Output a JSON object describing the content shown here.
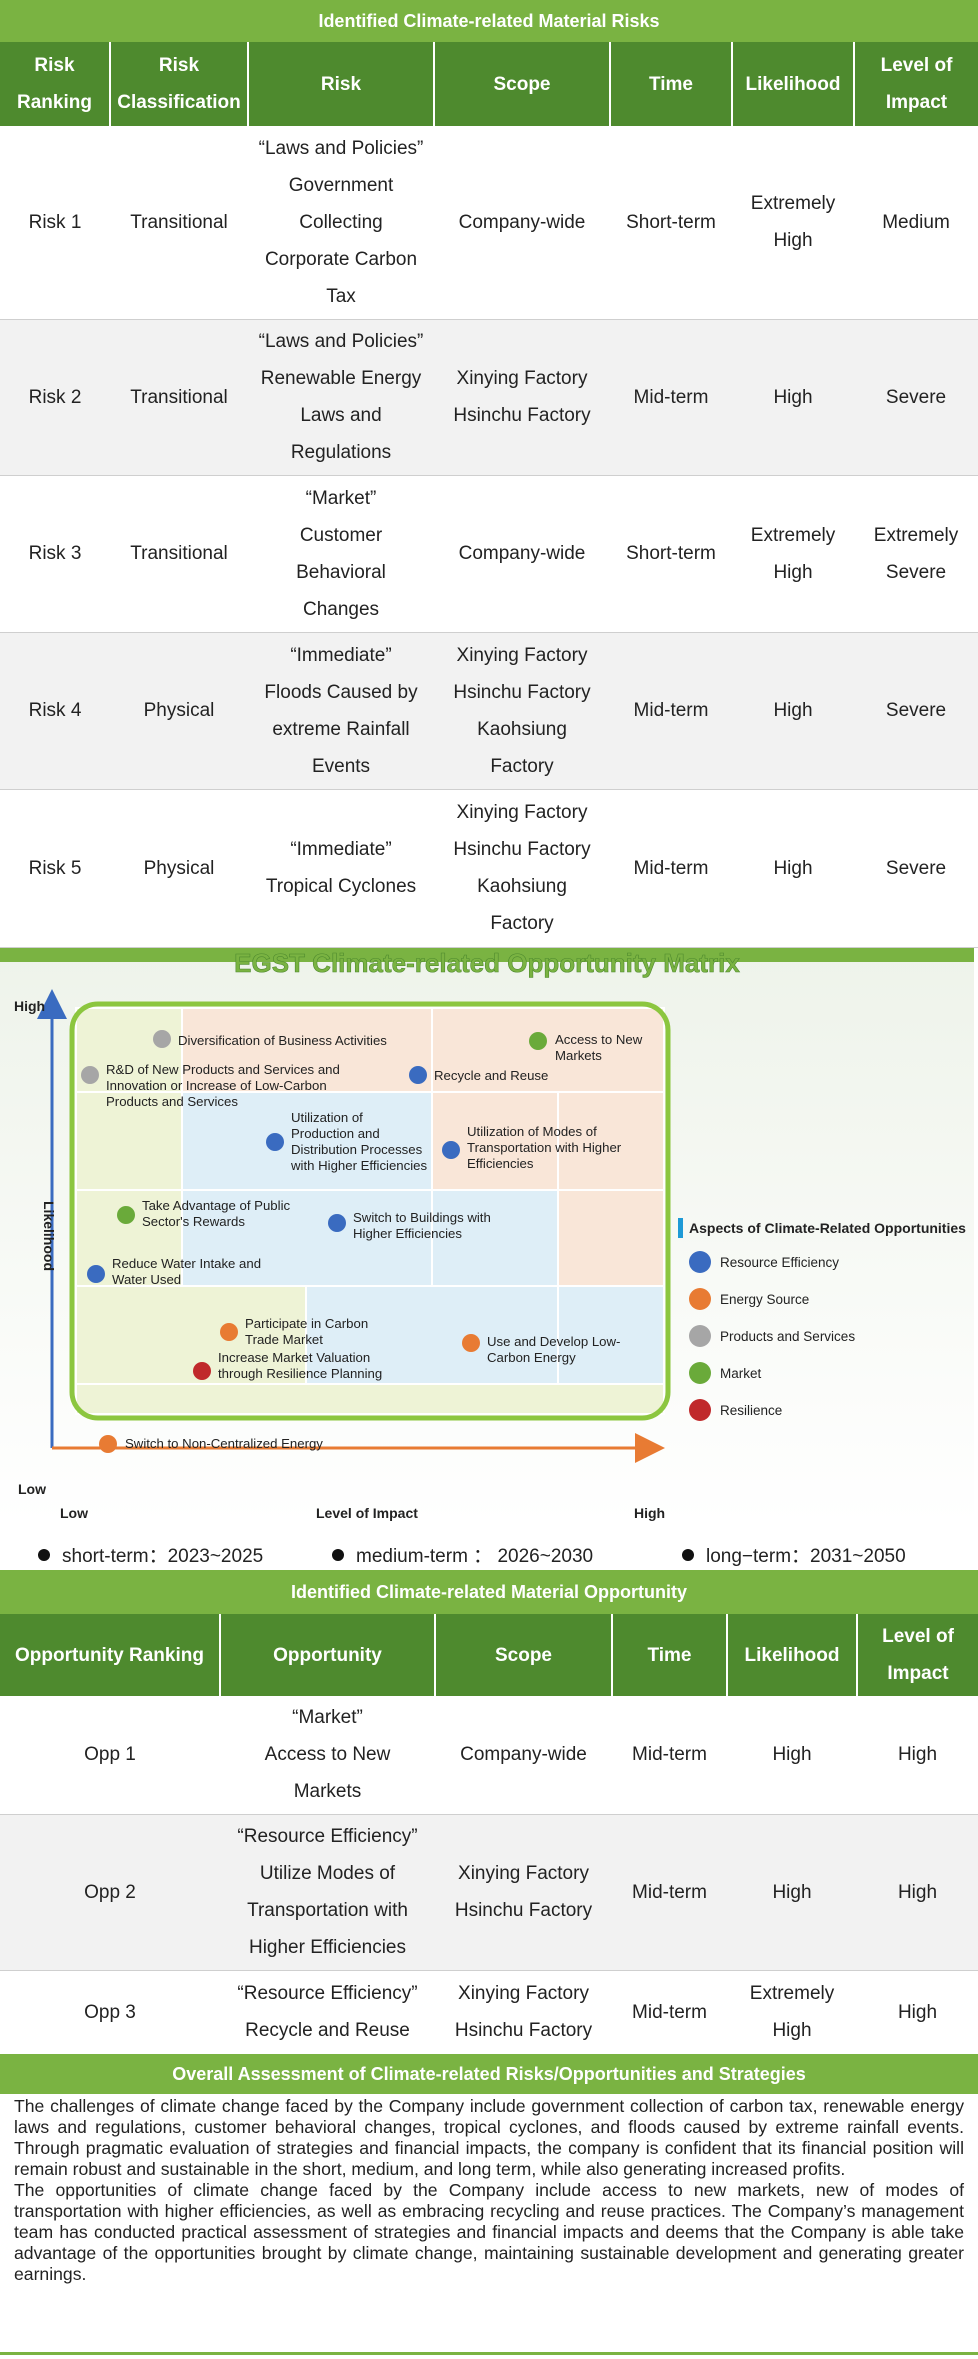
{
  "risk_section": {
    "title": "Identified Climate-related Material Risks",
    "headers": [
      "Risk\nRanking",
      "Risk\nClassification",
      "Risk",
      "Scope",
      "Time",
      "Likelihood",
      "Level of\nImpact"
    ],
    "rows": [
      [
        "Risk 1",
        "Transitional",
        "“Laws and Policies”\nGovernment\nCollecting\nCorporate Carbon\nTax",
        "Company-wide",
        "Short-term",
        "Extremely\nHigh",
        "Medium"
      ],
      [
        "Risk 2",
        "Transitional",
        "“Laws and Policies”\nRenewable Energy\nLaws and\nRegulations",
        "Xinying Factory\nHsinchu Factory",
        "Mid-term",
        "High",
        "Severe"
      ],
      [
        "Risk 3",
        "Transitional",
        "“Market”\nCustomer\nBehavioral\nChanges",
        "Company-wide",
        "Short-term",
        "Extremely\nHigh",
        "Extremely\nSevere"
      ],
      [
        "Risk 4",
        "Physical",
        "“Immediate”\nFloods Caused by\nextreme Rainfall\nEvents",
        "Xinying Factory\nHsinchu Factory\nKaohsiung\nFactory",
        "Mid-term",
        "High",
        "Severe"
      ],
      [
        "Risk 5",
        "Physical",
        "“Immediate”\nTropical Cyclones",
        "Xinying Factory\nHsinchu Factory\nKaohsiung\nFactory",
        "Mid-term",
        "High",
        "Severe"
      ]
    ]
  },
  "matrix": {
    "title": "EGST Climate-related Opportunity Matrix",
    "y_axis": "Likelihood",
    "x_axis": "Level of Impact",
    "y_high": "High",
    "y_low": "Low",
    "x_low": "Low",
    "x_high": "High",
    "legend_title": "Aspects of Climate-Related Opportunities",
    "aspects": [
      {
        "name": "Resource Efficiency",
        "color": "#3a6bc0"
      },
      {
        "name": "Energy Source",
        "color": "#e87b33"
      },
      {
        "name": "Products and Services",
        "color": "#a6a6a6"
      },
      {
        "name": "Market",
        "color": "#6aaa3a"
      },
      {
        "name": "Resilience",
        "color": "#c0292b"
      }
    ],
    "opportunities": [
      {
        "label": "Diversification of Business Activities",
        "aspect": 2
      },
      {
        "label": "Access to New\nMarkets",
        "aspect": 3
      },
      {
        "label": "R&D of New Products and Services and\nInnovation or Increase of Low-Carbon\nProducts and Services",
        "aspect": 2
      },
      {
        "label": "Recycle and Reuse",
        "aspect": 0
      },
      {
        "label": "Utilization of\nProduction and\nDistribution Processes\nwith Higher Efficiencies",
        "aspect": 0
      },
      {
        "label": "Utilization of Modes of\nTransportation with Higher\nEfficiencies",
        "aspect": 0
      },
      {
        "label": "Take Advantage of Public\nSector's Rewards",
        "aspect": 3
      },
      {
        "label": "Switch to Buildings with\nHigher Efficiencies",
        "aspect": 0
      },
      {
        "label": "Reduce Water Intake and\nWater Used",
        "aspect": 0
      },
      {
        "label": "Participate in Carbon\nTrade Market",
        "aspect": 1
      },
      {
        "label": "Use and Develop Low-\nCarbon Energy",
        "aspect": 1
      },
      {
        "label": "Increase Market Valuation\nthrough Resilience Planning",
        "aspect": 4
      },
      {
        "label": "Switch to Non-Centralized Energy",
        "aspect": 1
      }
    ]
  },
  "term_legend": [
    "short-term：2023~2025",
    "medium-term ： 2026~2030",
    "long−term：2031~2050"
  ],
  "opp_section": {
    "title": "Identified Climate-related Material Opportunity",
    "headers": [
      "Opportunity Ranking",
      "Opportunity",
      "Scope",
      "Time",
      "Likelihood",
      "Level of\nImpact"
    ],
    "rows": [
      [
        "Opp 1",
        "“Market”\nAccess to New\nMarkets",
        "Company-wide",
        "Mid-term",
        "High",
        "High"
      ],
      [
        "Opp 2",
        "“Resource Efficiency”\nUtilize Modes of\nTransportation with\nHigher Efficiencies",
        "Xinying Factory\nHsinchu Factory",
        "Mid-term",
        "High",
        "High"
      ],
      [
        "Opp 3",
        "“Resource Efficiency”\nRecycle and Reuse",
        "Xinying Factory\nHsinchu Factory",
        "Mid-term",
        "Extremely\nHigh",
        "High"
      ]
    ]
  },
  "assessment": {
    "title": "Overall Assessment of Climate-related Risks/Opportunities and Strategies",
    "paragraphs": [
      "The challenges of climate change faced by the Company include government collection of carbon tax, renewable energy laws and regulations, customer behavioral changes, tropical cyclones, and floods caused by extreme rainfall events. Through pragmatic evaluation of strategies and financial impacts, the company is confident that its financial position will remain robust and sustainable in the short, medium, and long term, while also generating increased profits.",
      "The opportunities of climate change faced by the Company include access to new markets, new of modes of transportation with higher efficiencies, as well as embracing recycling and reuse practices. The Company’s management team has conducted practical assessment of strategies and financial impacts and deems that the Company is able take advantage of the opportunities brought by climate change, maintaining sustainable development and generating greater earnings."
    ]
  }
}
